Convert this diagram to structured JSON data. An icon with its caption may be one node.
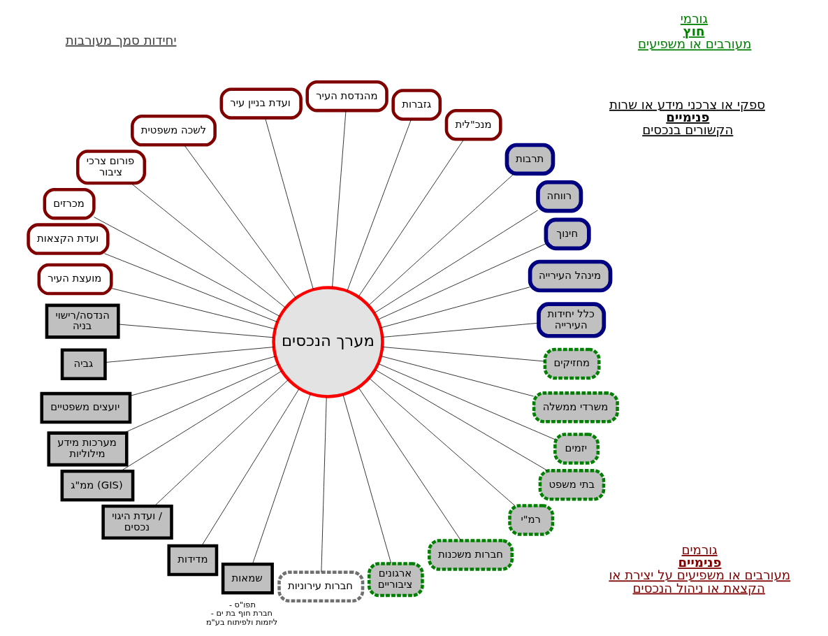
{
  "diagram": {
    "nodes": [
      {
        "text": [
          "מערך הנכסים"
        ]
      },
      {
        "text": [
          "כלל יחידות העירייה"
        ]
      },
      {
        "text": [
          "מינהל העירייה"
        ]
      },
      {
        "text": [
          "חינוך"
        ]
      },
      {
        "text": [
          "רווחה"
        ]
      },
      {
        "text": [
          "תרבות"
        ]
      },
      {
        "text": [
          "מנכ\"לית"
        ]
      },
      {
        "text": [
          "גזברות"
        ]
      },
      {
        "text": [
          "מהנדסת העיר"
        ]
      },
      {
        "text": [
          "ועדת בניין עיר"
        ]
      },
      {
        "text": [
          "לשכה משפטית"
        ]
      },
      {
        "text": [
          "פורום צרכי ציבור"
        ]
      },
      {
        "text": [
          "מכרזים"
        ]
      },
      {
        "text": [
          "ועדת הקצאות"
        ]
      },
      {
        "text": [
          "מועצת העיר"
        ]
      },
      {
        "text": [
          "הנדסה/רישוי בניה"
        ]
      },
      {
        "text": [
          "גביה"
        ]
      },
      {
        "text": [
          "יועצים משפטיים"
        ]
      },
      {
        "text": [
          "מערכות מידע מילוליות"
        ]
      },
      {
        "text": [
          "ממ\"ג (GIS)"
        ]
      },
      {
        "text": [
          "ועדת היגוי / נכסים"
        ]
      },
      {
        "text": [
          "מדידות"
        ]
      },
      {
        "text": [
          "שמאות"
        ]
      },
      {
        "text": [
          "חברות עירוניות"
        ],
        "beside": [
          "- תפו\"ס",
          "- חברת חוף בת ים ליזמות ולפיתוח בע\"מ"
        ]
      },
      {
        "text": [
          "ארגונים ציבוריים"
        ]
      },
      {
        "text": [
          "חברות משכנות"
        ]
      },
      {
        "text": [
          "רמ\"י"
        ]
      },
      {
        "text": [
          "בתי משפט"
        ]
      },
      {
        "text": [
          "יזמים"
        ]
      },
      {
        "text": [
          "משרדי ממשלה"
        ]
      },
      {
        "text": [
          "מחזיקים"
        ]
      }
    ],
    "edges": [
      {
        "from": 0,
        "to": 5,
        "arrow": "none"
      },
      {
        "from": 0,
        "to": 4,
        "arrow": "none"
      },
      {
        "from": 0,
        "to": 3,
        "arrow": "none"
      },
      {
        "from": 0,
        "to": 2,
        "arrow": "none"
      },
      {
        "from": 0,
        "to": 1,
        "arrow": "none"
      },
      {
        "from": 0,
        "to": 6,
        "arrow": "none"
      },
      {
        "from": 0,
        "to": 7,
        "arrow": "none"
      },
      {
        "from": 0,
        "to": 8,
        "arrow": "none"
      },
      {
        "from": 0,
        "to": 9,
        "arrow": "none"
      },
      {
        "from": 0,
        "to": 10,
        "arrow": "none"
      },
      {
        "from": 0,
        "to": 11,
        "arrow": "none"
      },
      {
        "from": 0,
        "to": 12,
        "arrow": "none"
      },
      {
        "from": 0,
        "to": 13,
        "arrow": "none"
      },
      {
        "from": 0,
        "to": 14,
        "arrow": "none"
      },
      {
        "from": 0,
        "to": 24,
        "arrow": "none"
      },
      {
        "from": 0,
        "to": 28,
        "arrow": "none"
      },
      {
        "from": 0,
        "to": 25,
        "arrow": "none"
      },
      {
        "from": 0,
        "to": 29,
        "arrow": "none"
      },
      {
        "from": 0,
        "to": 26,
        "arrow": "none"
      },
      {
        "from": 0,
        "to": 30,
        "arrow": "none"
      },
      {
        "from": 0,
        "to": 27,
        "arrow": "none"
      },
      {
        "from": 0,
        "to": 23,
        "arrow": "none"
      },
      {
        "from": 0,
        "to": 22,
        "arrow": "none"
      },
      {
        "from": 0,
        "to": 21,
        "arrow": "none"
      },
      {
        "from": 0,
        "to": 20,
        "arrow": "none"
      },
      {
        "from": 0,
        "to": 19,
        "arrow": "none"
      },
      {
        "from": 0,
        "to": 18,
        "arrow": "none"
      },
      {
        "from": 0,
        "to": 17,
        "arrow": "none"
      },
      {
        "from": 0,
        "to": 16,
        "arrow": "none"
      },
      {
        "from": 0,
        "to": 15,
        "arrow": "none"
      }
    ],
    "labels": [
      "ספקי או צרכני מידע או שרות **פנימיים** הקשורים בנכסים",
      "גורמים **פנימיים** מעורבים או משפיעים על יצירת או הקצאת או ניהול הנכסים",
      "יחידות סמך מעורבות",
      "גורמי **חוץ** מעורבים או משפיעים"
    ]
  }
}
